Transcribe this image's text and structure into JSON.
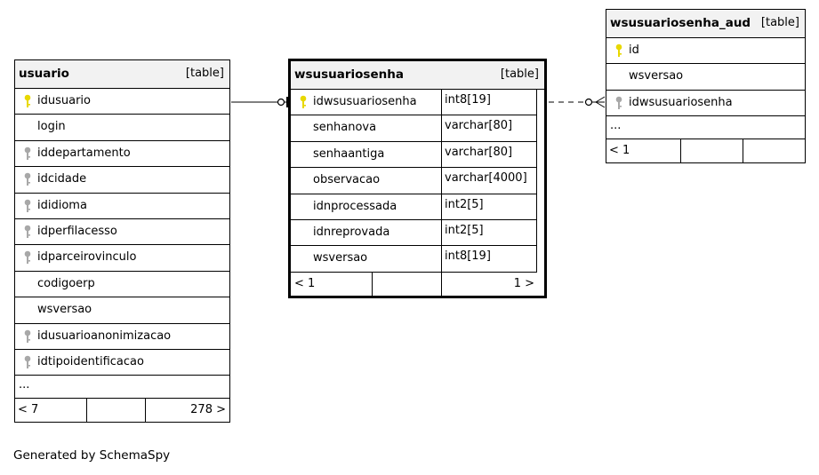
{
  "tables": {
    "usuario": {
      "name": "usuario",
      "type_label": "[table]",
      "columns": [
        {
          "label": "idusuario",
          "key": "primary"
        },
        {
          "label": "login",
          "key": "none"
        },
        {
          "label": "iddepartamento",
          "key": "foreign"
        },
        {
          "label": "idcidade",
          "key": "foreign"
        },
        {
          "label": "ididioma",
          "key": "foreign"
        },
        {
          "label": "idperfilacesso",
          "key": "foreign"
        },
        {
          "label": "idparceirovinculo",
          "key": "foreign"
        },
        {
          "label": "codigoerp",
          "key": "none"
        },
        {
          "label": "wsversao",
          "key": "none"
        },
        {
          "label": "idusuarioanonimizacao",
          "key": "foreign"
        },
        {
          "label": "idtipoidentificacao",
          "key": "foreign"
        }
      ],
      "more": "...",
      "footer_left": "< 7",
      "footer_right": "278 >"
    },
    "wsusuariosenha": {
      "name": "wsusuariosenha",
      "type_label": "[table]",
      "columns": [
        {
          "label": "idwsusuariosenha",
          "type": "int8[19]",
          "key": "primary"
        },
        {
          "label": "senhanova",
          "type": "varchar[80]",
          "key": "none"
        },
        {
          "label": "senhaantiga",
          "type": "varchar[80]",
          "key": "none"
        },
        {
          "label": "observacao",
          "type": "varchar[4000]",
          "key": "none"
        },
        {
          "label": "idnprocessada",
          "type": "int2[5]",
          "key": "none"
        },
        {
          "label": "idnreprovada",
          "type": "int2[5]",
          "key": "none"
        },
        {
          "label": "wsversao",
          "type": "int8[19]",
          "key": "none"
        }
      ],
      "footer_left": "< 1",
      "footer_right": "1 >"
    },
    "wsusuariosenha_aud": {
      "name": "wsusuariosenha_aud",
      "type_label": "[table]",
      "columns": [
        {
          "label": "id",
          "key": "primary"
        },
        {
          "label": "wsversao",
          "key": "none"
        },
        {
          "label": "idwsusuariosenha",
          "key": "foreign"
        }
      ],
      "more": "...",
      "footer_left": "< 1"
    }
  },
  "colors": {
    "primary_key": "#e8d800",
    "foreign_key": "#a8a8a8",
    "header_bg": "#f2f2f2"
  },
  "footer_note": "Generated by SchemaSpy"
}
